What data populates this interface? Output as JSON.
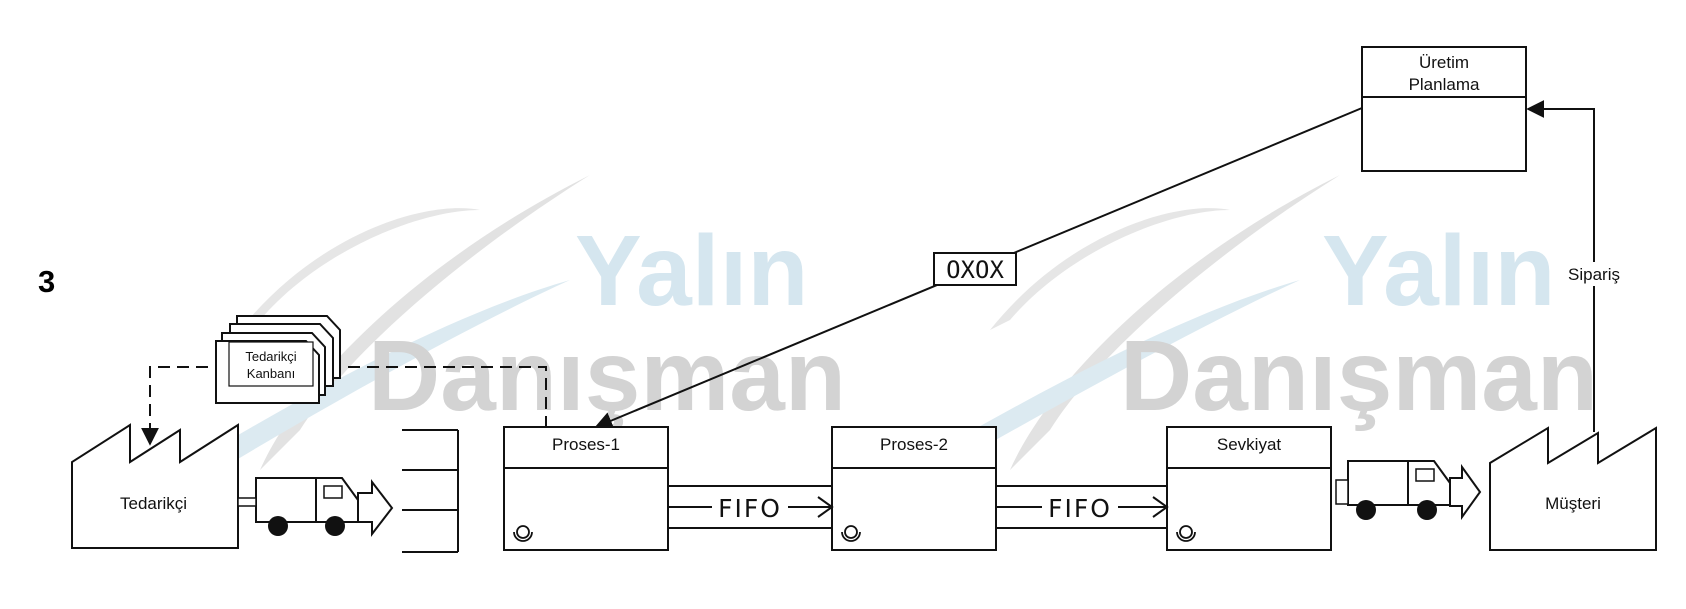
{
  "diagram": {
    "step_number": "3",
    "watermark": {
      "line1": "Yalın",
      "line2": "Danışman"
    },
    "supplier_label": "Tedarikçi",
    "supplier_kanban": {
      "line1": "Tedarikçi",
      "line2": "Kanbanı"
    },
    "planning": {
      "line1": "Üretim",
      "line2": "Planlama"
    },
    "order_label": "Sipariş",
    "load_leveling": "OXOX",
    "processes": [
      {
        "label": "Proses-1"
      },
      {
        "label": "Proses-2"
      },
      {
        "label": "Sevkiyat"
      }
    ],
    "fifo_labels": [
      "FIFO",
      "FIFO"
    ],
    "customer_label": "Müşteri",
    "colors": {
      "line": "#111111",
      "watermark_blue": "#d5e6ef",
      "watermark_gray": "#d3d3d3"
    }
  }
}
